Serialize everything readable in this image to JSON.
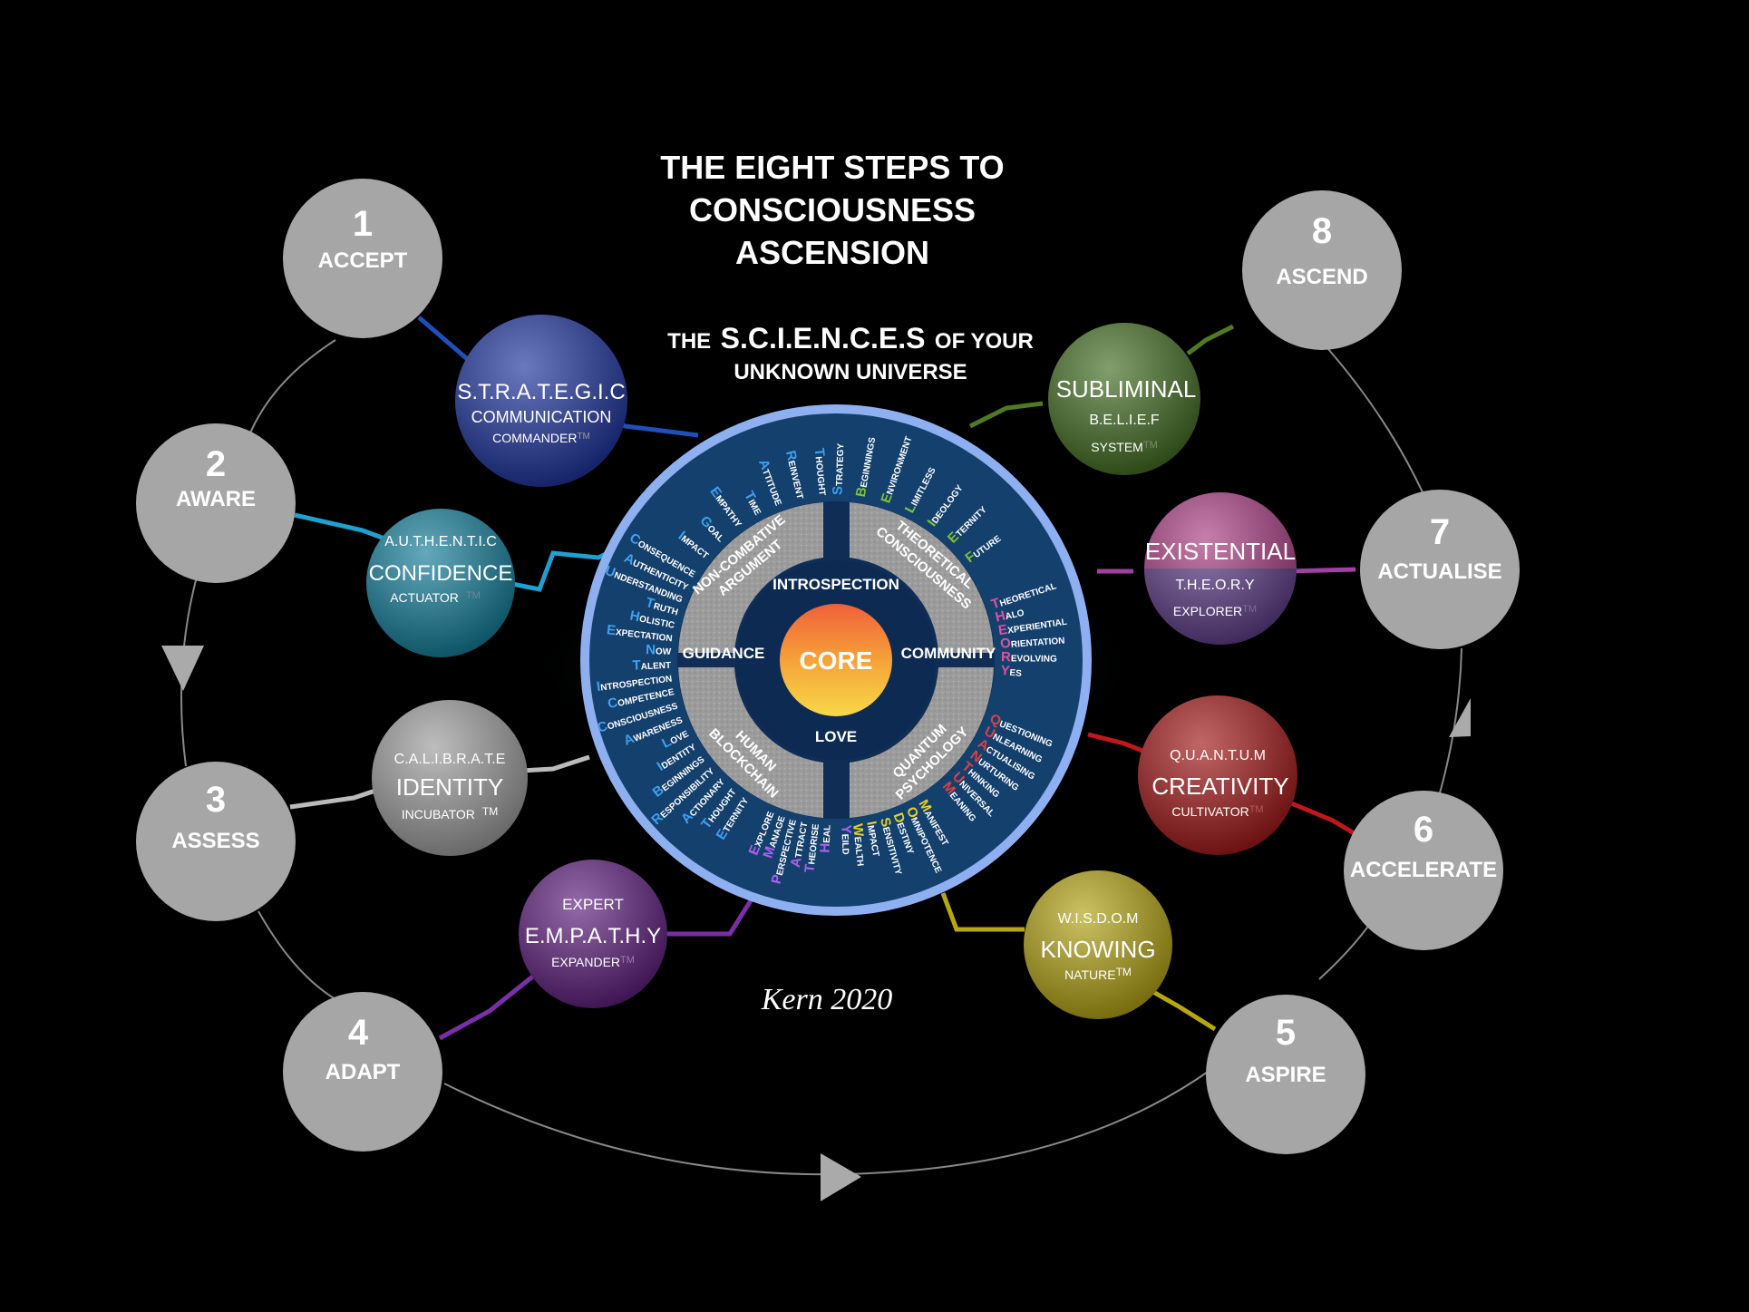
{
  "title": {
    "line1": "THE EIGHT STEPS TO",
    "line2": "CONSCIOUSNESS",
    "line3": "ASCENSION"
  },
  "subtitle": {
    "the": "THE",
    "sciences": "S.C.I.E.N.C.E.S",
    "of_your": "OF YOUR",
    "line2": "UNKNOWN UNIVERSE"
  },
  "steps": [
    {
      "num": "1",
      "label": "ACCEPT"
    },
    {
      "num": "2",
      "label": "AWARE"
    },
    {
      "num": "3",
      "label": "ASSESS"
    },
    {
      "num": "4",
      "label": "ADAPT"
    },
    {
      "num": "5",
      "label": "ASPIRE"
    },
    {
      "num": "6",
      "label": "ACCELERATE"
    },
    {
      "num": "7",
      "label": "ACTUALISE"
    },
    {
      "num": "8",
      "label": "ASCEND"
    }
  ],
  "satellites": [
    {
      "top": "",
      "main": "S.T.R.A.T.E.G.I.C",
      "sub": "COMMUNICATION",
      "role": "COMMANDER",
      "tm": "TM",
      "color": "#1a2f9a"
    },
    {
      "top": "A.U.T.H.E.N.T.I.C",
      "main": "CONFIDENCE",
      "sub": "",
      "role": "ACTUATOR",
      "tm": "TM",
      "color": "#0f7a97"
    },
    {
      "top": "C.A.L.I.B.R.A.T.E",
      "main": "IDENTITY",
      "sub": "",
      "role": "INCUBATOR",
      "tm": "TM",
      "color": "#9a9a9a"
    },
    {
      "top": "EXPERT",
      "main": "E.M.P.A.T.H.Y",
      "sub": "",
      "role": "EXPANDER",
      "tm": "TM",
      "color": "#5a1a7a"
    },
    {
      "top": "",
      "main": "SUBLIMINAL",
      "sub": "B.E.L.I.E.F",
      "role": "SYSTEM",
      "tm": "TM",
      "color": "#3f6a1e"
    },
    {
      "top": "",
      "main": "EXISTENTIAL",
      "sub": "T.H.E.O.R.Y",
      "role": "EXPLORER",
      "tm": "TM",
      "color": "#a83a7f"
    },
    {
      "top": "Q.U.A.N.T.U.M",
      "main": "CREATIVITY",
      "sub": "",
      "role": "CULTIVATOR",
      "tm": "TM",
      "color": "#a01414"
    },
    {
      "top": "W.I.S.D.O.M",
      "main": "KNOWING",
      "sub": "",
      "role": "NATURE",
      "tm": "TM",
      "color": "#b0a010"
    }
  ],
  "core": {
    "center": "CORE",
    "introspection": "INTROSPECTION",
    "guidance": "GUIDANCE",
    "community": "COMMUNITY",
    "love": "LOVE",
    "q_tl": [
      "NON-COMBATIVE",
      "ARGUMENT"
    ],
    "q_tr": [
      "THEORETICAL",
      "CONSCIOUSNESS"
    ],
    "q_bl": [
      "HUMAN",
      "BLOCKCHAIN"
    ],
    "q_br": [
      "QUANTUM",
      "PSYCHOLOGY"
    ]
  },
  "ring_words": {
    "strategic": [
      "STRATEGY",
      "THOUGHT",
      "REINVENT",
      "ATTITUDE",
      "TIME",
      "EMPATHY",
      "GOAL",
      "IMPACT",
      "CONSEQUENCE"
    ],
    "authentic": [
      "AUTHENTICITY",
      "UNDERSTANDING",
      "TRUTH",
      "HOLISTIC",
      "EXPECTATION",
      "NOW",
      "TALENT",
      "INTROSPECTION",
      "COMPETENCE"
    ],
    "calibrate": [
      "CONSCIOUSNESS",
      "AWARENESS",
      "LOVE",
      "IDENTITY",
      "BEGINNINGS",
      "RESPONSIBILITY",
      "ACTIONARY",
      "THOUGHT",
      "ETERNITY"
    ],
    "empathy": [
      "EXPLORE",
      "MANAGE",
      "PERSPECTIVE",
      "ATTRACT",
      "THEORISE",
      "HEAL",
      "YEILD"
    ],
    "wisdom": [
      "WEALTH",
      "IMPACT",
      "SENSITIVITY",
      "DESTINY",
      "OMNIPOTENCE",
      "MANIFEST"
    ],
    "quantum": [
      "QUESTIONING",
      "UNLEARNING",
      "ACTUALISING",
      "NURTURING",
      "THINKING",
      "UNIVERSAL",
      "MEANING"
    ],
    "theory": [
      "THEORETICAL",
      "HALO",
      "EXPERIENTIAL",
      "ORIENTATION",
      "REVOLVING",
      "YES"
    ],
    "belief": [
      "BEGINNINGS",
      "ENVIRONMENT",
      "LIMITLESS",
      "IDEOLOGY",
      "ETERNITY",
      "FUTURE"
    ]
  },
  "signature": "Kern 2020",
  "colors": {
    "step_circle": "#a8a8a8",
    "core_ring_bg": "#153d6a",
    "core_ring_border": "#8fb0f0",
    "quadrant_grey": "#9a9a9a",
    "core_gradient_top": "#f06a3a",
    "core_gradient_bottom": "#f8d040",
    "green_letter": "#7fc23a",
    "blue_letter": "#3fa0f0",
    "purple_letter": "#b060f0",
    "yellow_letter": "#e8d020",
    "red_letter": "#e04040",
    "pink_letter": "#e050a0"
  }
}
